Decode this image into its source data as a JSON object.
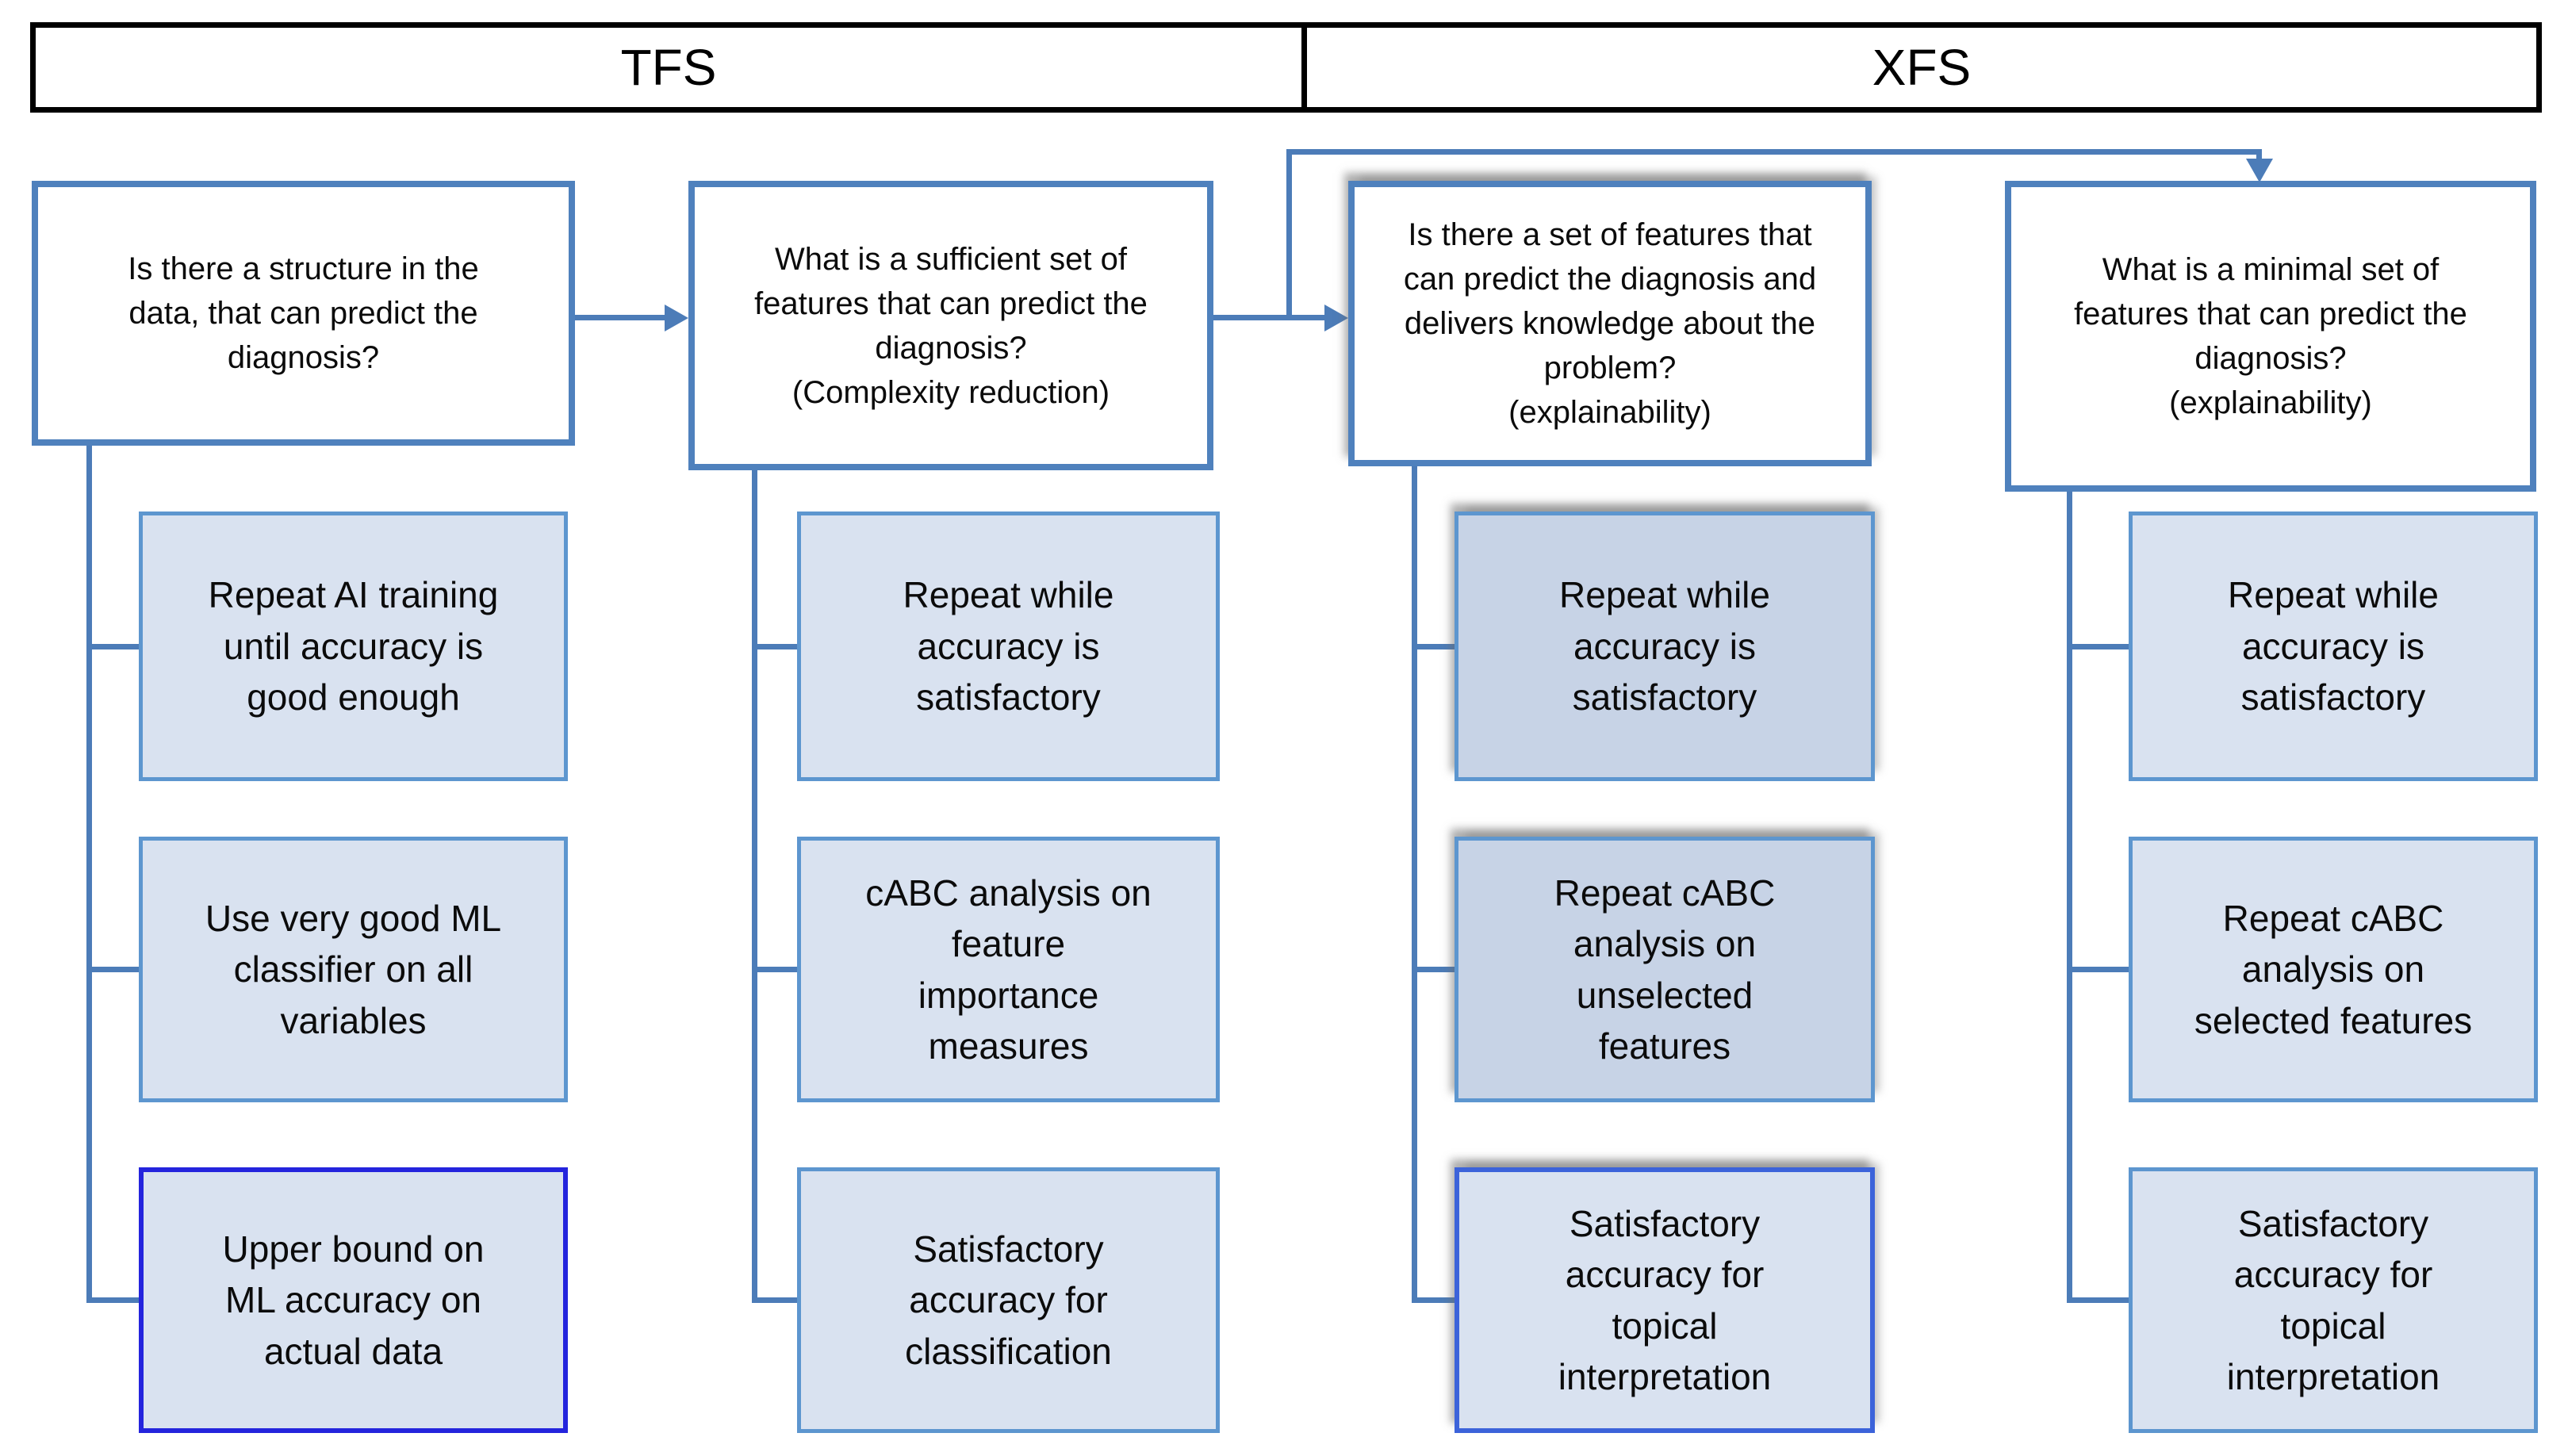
{
  "header": {
    "left_label": "TFS",
    "right_label": "XFS"
  },
  "columns": [
    {
      "question": "Is there a structure in the\ndata, that can predict the\ndiagnosis?",
      "children": [
        "Repeat AI training\nuntil accuracy is\ngood enough",
        "Use very good ML\nclassifier on all\nvariables",
        "Upper bound on\nML accuracy on\nactual data"
      ]
    },
    {
      "question": "What is a sufficient set of\nfeatures that can predict the\ndiagnosis?\n(Complexity reduction)",
      "children": [
        "Repeat while\naccuracy is\nsatisfactory",
        "cABC analysis on\nfeature\nimportance\nmeasures",
        "Satisfactory\naccuracy for\nclassification"
      ]
    },
    {
      "question": "Is there a set of features that\ncan predict the diagnosis and\ndelivers knowledge about the\nproblem?\n(explainability)",
      "children": [
        "Repeat while\naccuracy is\nsatisfactory",
        "Repeat cABC\nanalysis on\nunselected\nfeatures",
        "Satisfactory\naccuracy for\ntopical\ninterpretation"
      ]
    },
    {
      "question": "What is a minimal set of\nfeatures that can predict the\ndiagnosis?\n(explainability)",
      "children": [
        "Repeat while\naccuracy is\nsatisfactory",
        "Repeat cABC\nanalysis on\nselected features",
        "Satisfactory\naccuracy for\ntopical\ninterpretation"
      ]
    }
  ],
  "colors": {
    "question_border": "#4F81BD",
    "child_border": "#5D96CF",
    "child_fill": "#D9E2F0",
    "col3_child_fill": "#C7D3E6",
    "upper_bound_border": "#2424DD",
    "topical_interpretation_border": "#3C63DA",
    "connector": "#4C7CB8",
    "header_border": "#000000"
  }
}
